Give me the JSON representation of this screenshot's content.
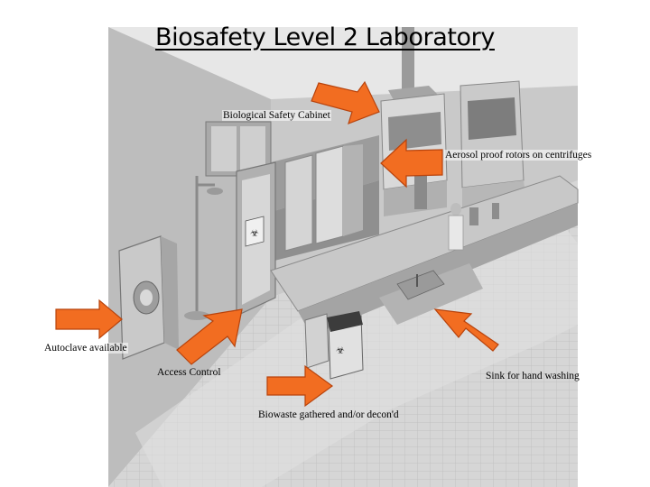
{
  "title": "Biosafety Level 2 Laboratory",
  "labels": {
    "biological_safety_cabinet": "Biological Safety Cabinet",
    "aerosol_rotors": "Aerosol proof rotors on centrifuges",
    "autoclave": "Autoclave available",
    "access_control": "Access Control",
    "sink": "Sink for hand washing",
    "biowaste": "Biowaste gathered and/or decon'd"
  },
  "colors": {
    "arrow": "#f26d21",
    "arrow_outline": "#b8430c",
    "room_floor": "#cfcfcf",
    "room_wall": "#b9b9b9"
  }
}
